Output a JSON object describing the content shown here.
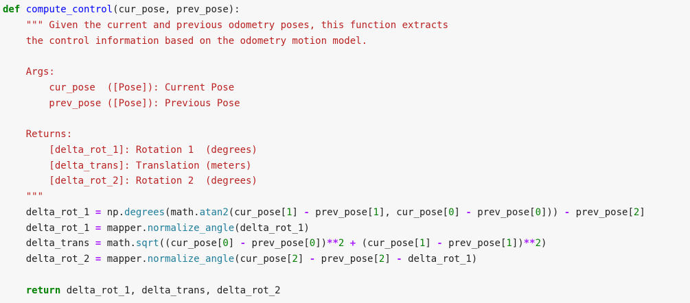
{
  "code": {
    "language": "python",
    "lines": [
      [
        {
          "t": "def",
          "c": "kw"
        },
        {
          "t": " ",
          "c": "tx"
        },
        {
          "t": "compute_control",
          "c": "fn"
        },
        {
          "t": "(cur_pose, prev_pose):",
          "c": "tx"
        }
      ],
      [
        {
          "t": "    \"\"\" Given the current and previous odometry poses, this function extracts",
          "c": "str"
        }
      ],
      [
        {
          "t": "    the control information based on the odometry motion model.",
          "c": "str"
        }
      ],
      [],
      [
        {
          "t": "    Args:",
          "c": "str"
        }
      ],
      [
        {
          "t": "        cur_pose  ([Pose]): Current Pose",
          "c": "str"
        }
      ],
      [
        {
          "t": "        prev_pose ([Pose]): Previous Pose",
          "c": "str"
        }
      ],
      [],
      [
        {
          "t": "    Returns:",
          "c": "str"
        }
      ],
      [
        {
          "t": "        [delta_rot_1]: Rotation 1  (degrees)",
          "c": "str"
        }
      ],
      [
        {
          "t": "        [delta_trans]: Translation (meters)",
          "c": "str"
        }
      ],
      [
        {
          "t": "        [delta_rot_2]: Rotation 2  (degrees)",
          "c": "str"
        }
      ],
      [
        {
          "t": "    \"\"\"",
          "c": "str"
        }
      ],
      [
        {
          "t": "    delta_rot_1 ",
          "c": "tx"
        },
        {
          "t": "=",
          "c": "op"
        },
        {
          "t": " np.",
          "c": "tx"
        },
        {
          "t": "degrees",
          "c": "attr"
        },
        {
          "t": "(math.",
          "c": "tx"
        },
        {
          "t": "atan2",
          "c": "attr"
        },
        {
          "t": "(cur_pose[",
          "c": "tx"
        },
        {
          "t": "1",
          "c": "num"
        },
        {
          "t": "] ",
          "c": "tx"
        },
        {
          "t": "-",
          "c": "op"
        },
        {
          "t": " prev_pose[",
          "c": "tx"
        },
        {
          "t": "1",
          "c": "num"
        },
        {
          "t": "], cur_pose[",
          "c": "tx"
        },
        {
          "t": "0",
          "c": "num"
        },
        {
          "t": "] ",
          "c": "tx"
        },
        {
          "t": "-",
          "c": "op"
        },
        {
          "t": " prev_pose[",
          "c": "tx"
        },
        {
          "t": "0",
          "c": "num"
        },
        {
          "t": "])) ",
          "c": "tx"
        },
        {
          "t": "-",
          "c": "op"
        },
        {
          "t": " prev_pose[",
          "c": "tx"
        },
        {
          "t": "2",
          "c": "num"
        },
        {
          "t": "]",
          "c": "tx"
        }
      ],
      [
        {
          "t": "    delta_rot_1 ",
          "c": "tx"
        },
        {
          "t": "=",
          "c": "op"
        },
        {
          "t": " mapper.",
          "c": "tx"
        },
        {
          "t": "normalize_angle",
          "c": "attr"
        },
        {
          "t": "(delta_rot_1)",
          "c": "tx"
        }
      ],
      [
        {
          "t": "    delta_trans ",
          "c": "tx"
        },
        {
          "t": "=",
          "c": "op"
        },
        {
          "t": " math.",
          "c": "tx"
        },
        {
          "t": "sqrt",
          "c": "attr"
        },
        {
          "t": "((cur_pose[",
          "c": "tx"
        },
        {
          "t": "0",
          "c": "num"
        },
        {
          "t": "] ",
          "c": "tx"
        },
        {
          "t": "-",
          "c": "op"
        },
        {
          "t": " prev_pose[",
          "c": "tx"
        },
        {
          "t": "0",
          "c": "num"
        },
        {
          "t": "])",
          "c": "tx"
        },
        {
          "t": "**",
          "c": "op"
        },
        {
          "t": "2",
          "c": "num"
        },
        {
          "t": " ",
          "c": "tx"
        },
        {
          "t": "+",
          "c": "op"
        },
        {
          "t": " (cur_pose[",
          "c": "tx"
        },
        {
          "t": "1",
          "c": "num"
        },
        {
          "t": "] ",
          "c": "tx"
        },
        {
          "t": "-",
          "c": "op"
        },
        {
          "t": " prev_pose[",
          "c": "tx"
        },
        {
          "t": "1",
          "c": "num"
        },
        {
          "t": "])",
          "c": "tx"
        },
        {
          "t": "**",
          "c": "op"
        },
        {
          "t": "2",
          "c": "num"
        },
        {
          "t": ")",
          "c": "tx"
        }
      ],
      [
        {
          "t": "    delta_rot_2 ",
          "c": "tx"
        },
        {
          "t": "=",
          "c": "op"
        },
        {
          "t": " mapper.",
          "c": "tx"
        },
        {
          "t": "normalize_angle",
          "c": "attr"
        },
        {
          "t": "(cur_pose[",
          "c": "tx"
        },
        {
          "t": "2",
          "c": "num"
        },
        {
          "t": "] ",
          "c": "tx"
        },
        {
          "t": "-",
          "c": "op"
        },
        {
          "t": " prev_pose[",
          "c": "tx"
        },
        {
          "t": "2",
          "c": "num"
        },
        {
          "t": "] ",
          "c": "tx"
        },
        {
          "t": "-",
          "c": "op"
        },
        {
          "t": " delta_rot_1)",
          "c": "tx"
        }
      ],
      [],
      [
        {
          "t": "    ",
          "c": "tx"
        },
        {
          "t": "return",
          "c": "kw"
        },
        {
          "t": " delta_rot_1, delta_trans, delta_rot_2",
          "c": "tx"
        }
      ]
    ]
  },
  "colors": {
    "background": "#f7f7f7",
    "keyword": "#008000",
    "function_name": "#0000ff",
    "string": "#ba2121",
    "operator": "#aa22ff",
    "number": "#008000",
    "attribute": "#1e7d9b",
    "text": "#212121"
  }
}
